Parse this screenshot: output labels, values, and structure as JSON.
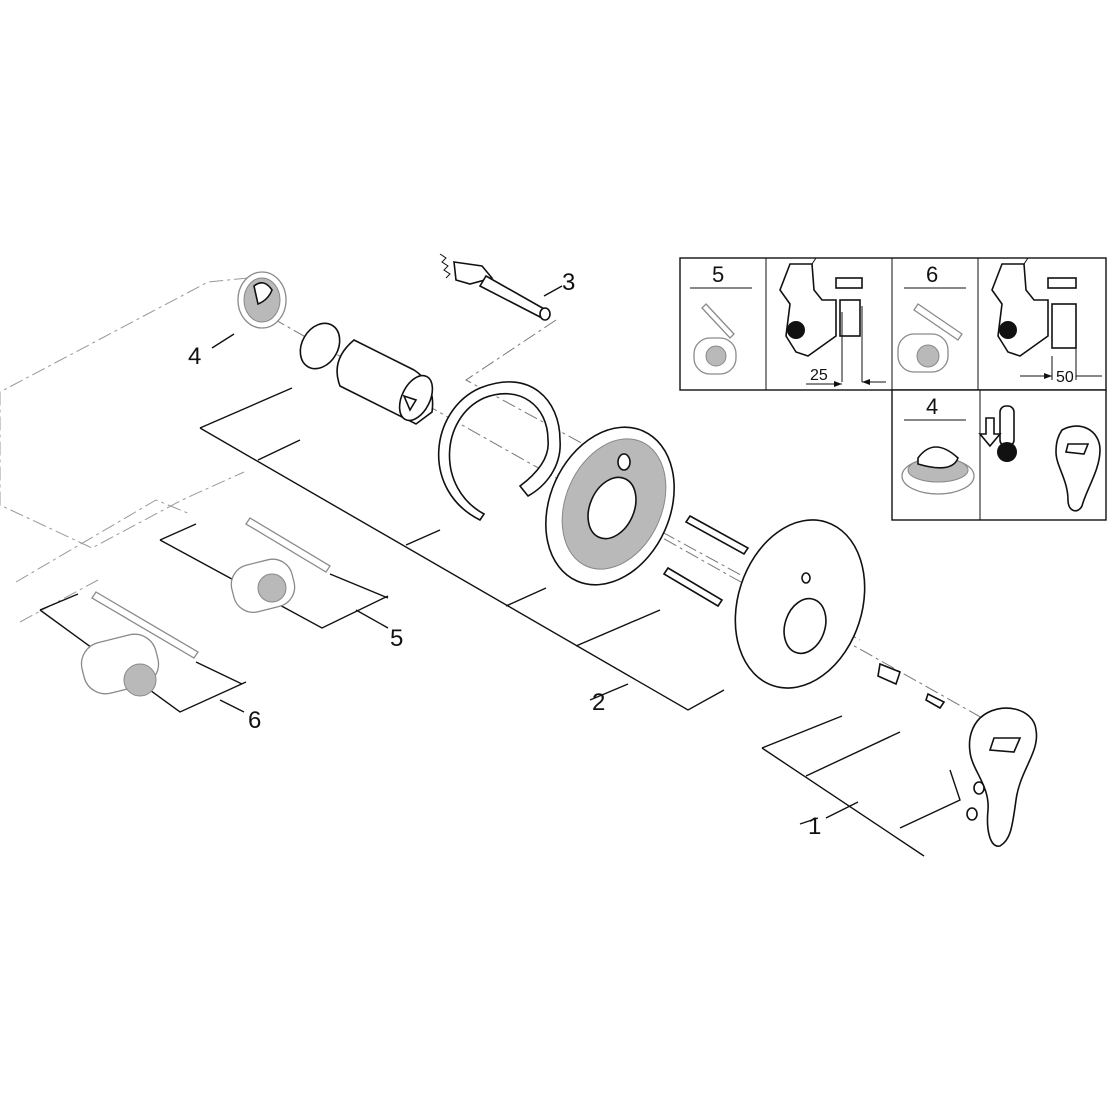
{
  "callouts": {
    "n1": "1",
    "n2": "2",
    "n3": "3",
    "n4": "4",
    "n5": "5",
    "n6": "6"
  },
  "inset": {
    "opt5": "5",
    "opt6": "6",
    "opt4": "4",
    "dim25": "25",
    "dim50": "50"
  },
  "colors": {
    "line": "#111111",
    "ghost": "#8a8a8a",
    "background": "#ffffff"
  }
}
